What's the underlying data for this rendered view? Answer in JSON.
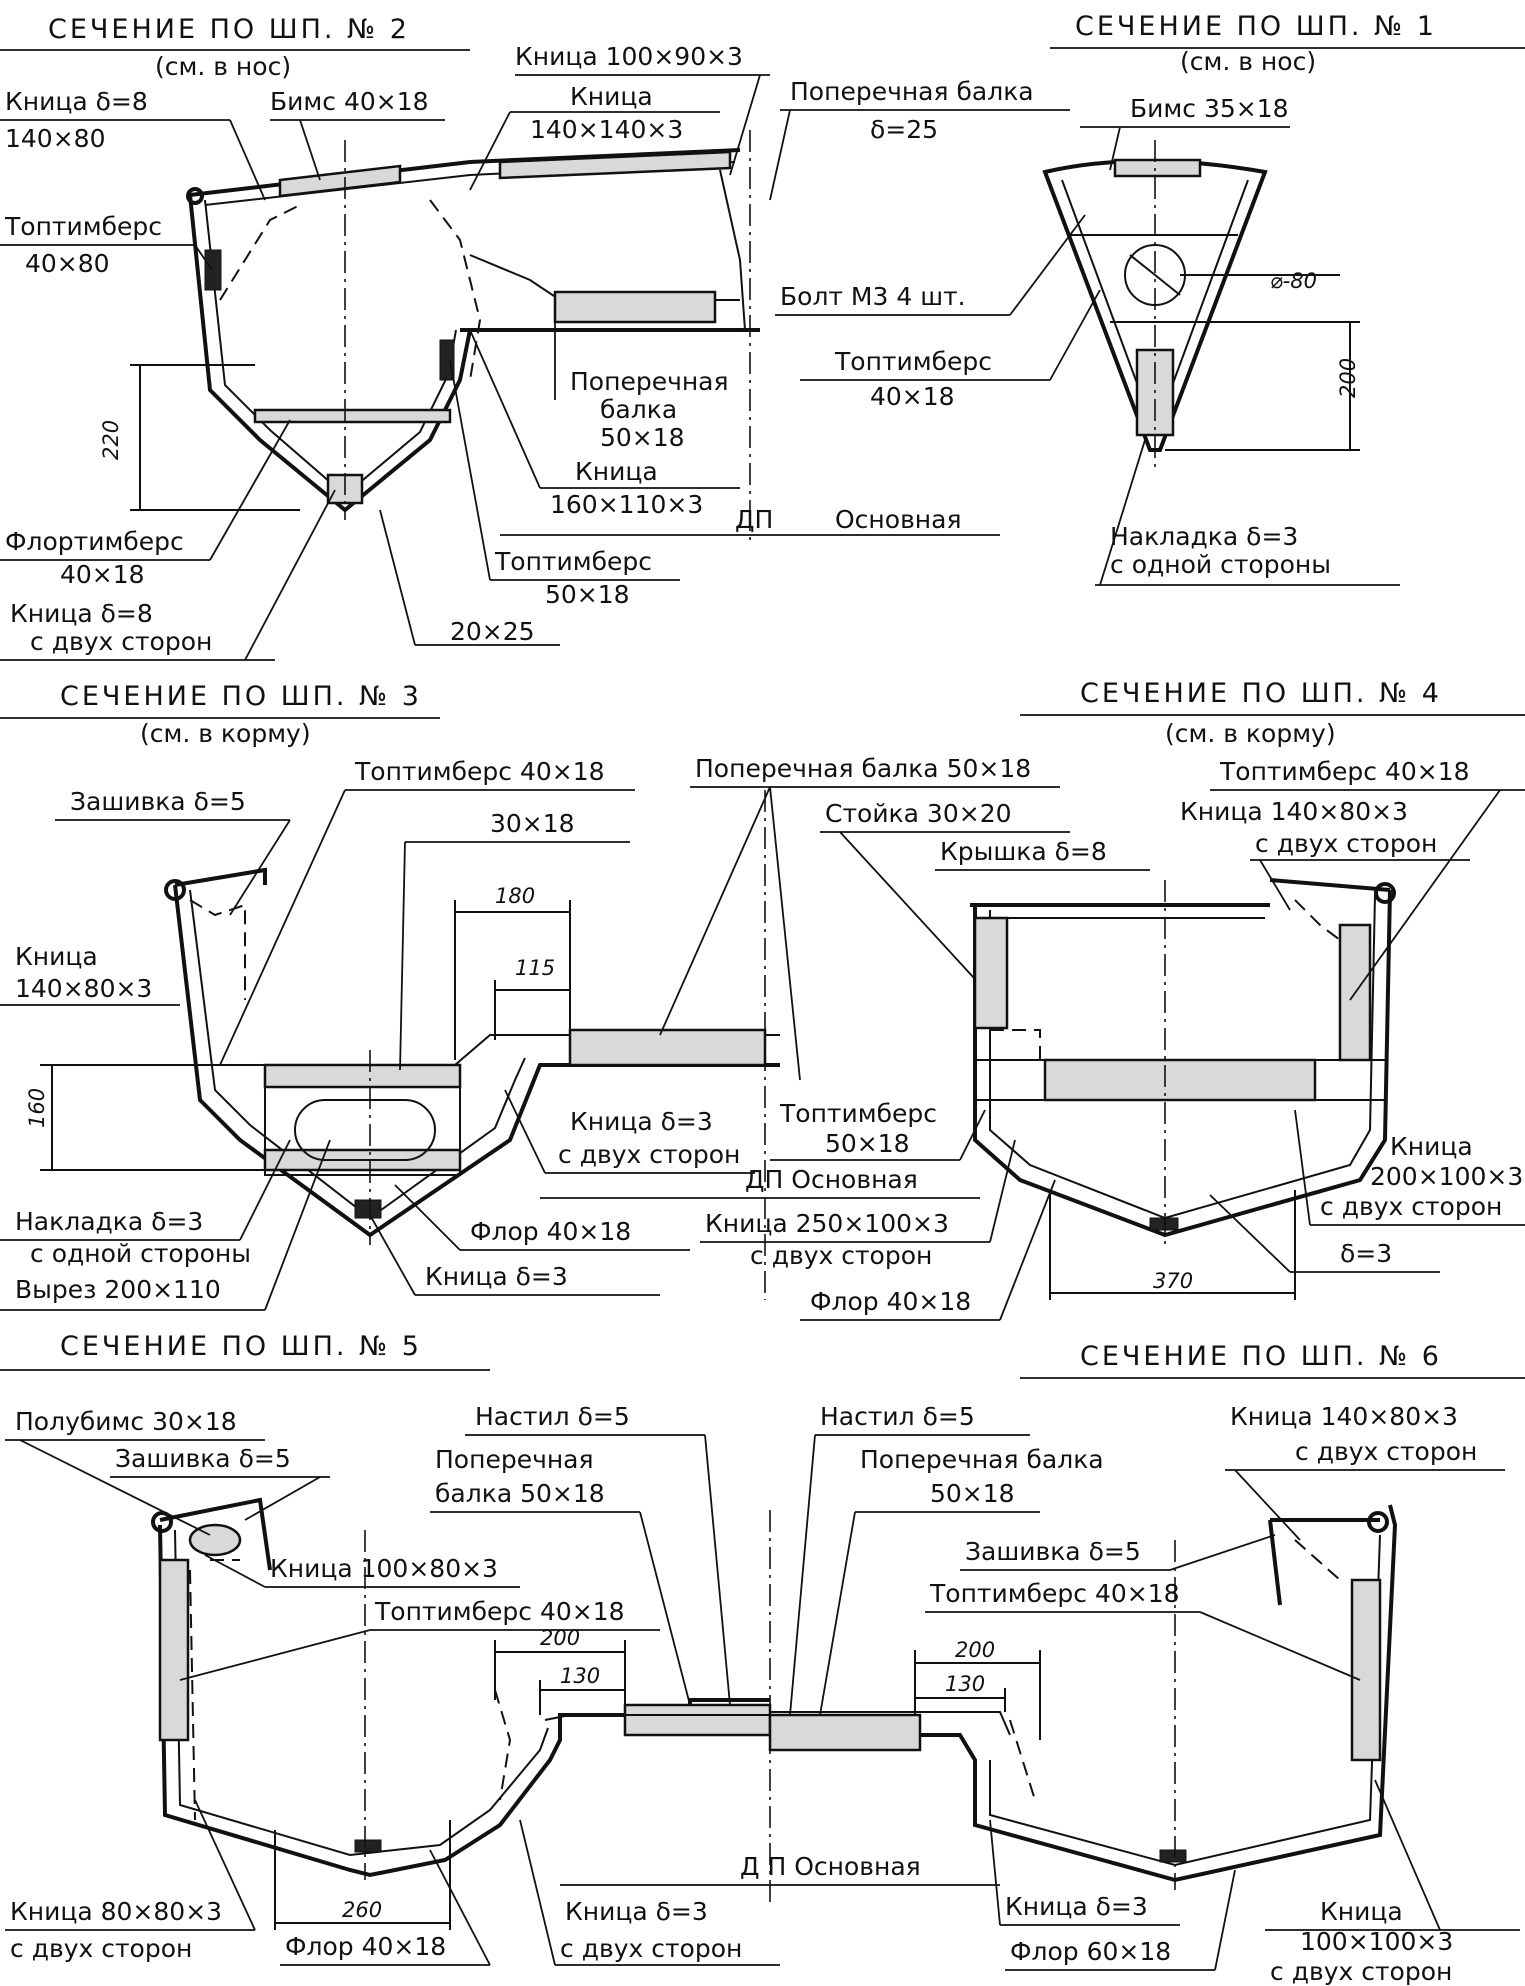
{
  "sections": {
    "s2": {
      "title": "СЕЧЕНИЕ ПО ШП. № 2",
      "direction": "(см. в нос)"
    },
    "s1": {
      "title": "СЕЧЕНИЕ ПО ШП. № 1",
      "direction": "(см. в нос)"
    },
    "s3": {
      "title": "СЕЧЕНИЕ ПО ШП. № 3",
      "direction": "(см. в корму)"
    },
    "s4": {
      "title": "СЕЧЕНИЕ ПО ШП. № 4",
      "direction": "(см. в корму)"
    },
    "s5": {
      "title": "СЕЧЕНИЕ ПО ШП. № 5"
    },
    "s6": {
      "title": "СЕЧЕНИЕ ПО ШП. № 6"
    }
  },
  "labels": {
    "s2": [
      "Кница δ=8",
      "140×80",
      "Бимс 40×18",
      "Кница 100×90×3",
      "Кница",
      "140×140×3",
      "Поперечная балка",
      "δ=25",
      "Топтимберс",
      "40×80",
      "Поперечная",
      "балка",
      "50×18",
      "Кница",
      "160×110×3",
      "Флортимберс",
      "40×18",
      "Кница δ=8",
      "с двух сторон",
      "Топтимберс",
      "50×18",
      "20×25"
    ],
    "s1": [
      "Бимс 35×18",
      "Болт М3  4 шт.",
      "Топтимберс",
      "40×18",
      "Накладка δ=3",
      "с одной стороны"
    ],
    "s3": [
      "Зашивка δ=5",
      "Топтимберс 40×18",
      "30×18",
      "Кница",
      "140×80×3",
      "Кница δ=3",
      "с двух сторон",
      "Накладка δ=3",
      "с одной стороны",
      "Вырез 200×110",
      "Флор 40×18",
      "Кница δ=3"
    ],
    "mid34": [
      "Поперечная балка 50×18",
      "Стойка 30×20",
      "Крышка δ=8",
      "Топтимберс",
      "50×18",
      "Кница 250×100×3",
      "с двух сторон",
      "Флор 40×18"
    ],
    "s4": [
      "Топтимберс 40×18",
      "Кница 140×80×3",
      "с двух сторон",
      "Кница",
      "200×100×3",
      "с двух сторон",
      "δ=3"
    ],
    "s5": [
      "Полубимс 30×18",
      "Зашивка δ=5",
      "Кница 100×80×3",
      "Топтимберс 40×18",
      "Настил δ=5",
      "Поперечная",
      "балка 50×18",
      "Кница 80×80×3",
      "с двух сторон",
      "Флор 40×18",
      "Кница δ=3",
      "с двух сторон"
    ],
    "s6": [
      "Настил δ=5",
      "Поперечная балка",
      "50×18",
      "Кница 140×80×3",
      "с двух сторон",
      "Зашивка δ=5",
      "Топтимберс 40×18",
      "Кница δ=3",
      "Флор 60×18",
      "Кница",
      "100×100×3",
      "с двух сторон"
    ]
  },
  "dims": {
    "d220": "220",
    "d200": "200",
    "d80": "⌀-80",
    "d160": "160",
    "d180": "180",
    "d115": "115",
    "d370": "370",
    "d200a": "200",
    "d130a": "130",
    "d260": "260",
    "d200b": "200",
    "d130b": "130"
  },
  "axis": {
    "dp": "ДП",
    "osn": "Основная",
    "dp2": "ДП Основная",
    "dp3": "Д П  Основная"
  }
}
